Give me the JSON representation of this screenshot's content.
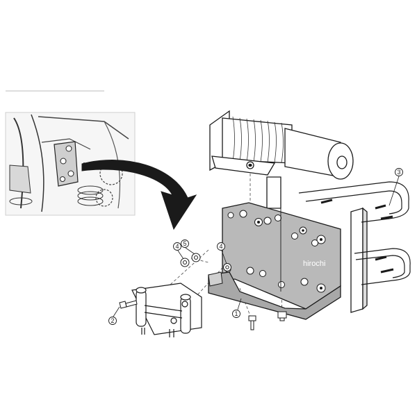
{
  "callouts": [
    {
      "label": "1"
    },
    {
      "label": "2"
    },
    {
      "label": "3"
    },
    {
      "label": "4"
    },
    {
      "label": "4"
    },
    {
      "label": "5"
    }
  ],
  "watermark": "hirochi",
  "colors": {
    "line": "#1a1a1a",
    "plate_fill": "#b9b9b9",
    "plate_dark": "#8f8f8f",
    "arrow": "#1a1a1a",
    "photo_bg": "#f4f4f4"
  }
}
